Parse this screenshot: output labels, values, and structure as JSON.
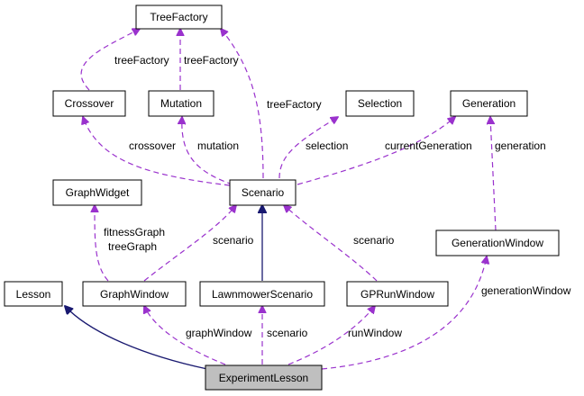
{
  "nodes": {
    "tree_factory": "TreeFactory",
    "crossover": "Crossover",
    "mutation": "Mutation",
    "selection": "Selection",
    "generation": "Generation",
    "graph_widget": "GraphWidget",
    "scenario": "Scenario",
    "generation_window": "GenerationWindow",
    "lesson": "Lesson",
    "graph_window": "GraphWindow",
    "lawnmower_scenario": "LawnmowerScenario",
    "gp_run_window": "GPRunWindow",
    "experiment_lesson": "ExperimentLesson"
  },
  "edge_labels": {
    "crossover_tree_factory": "treeFactory",
    "mutation_tree_factory": "treeFactory",
    "scenario_tree_factory": "treeFactory",
    "scenario_crossover": "crossover",
    "scenario_mutation": "mutation",
    "scenario_selection": "selection",
    "scenario_generation": "currentGeneration",
    "generation_window_generation": "generation",
    "graph_window_graph_widget_1": "fitnessGraph",
    "graph_window_graph_widget_2": "treeGraph",
    "graph_window_scenario": "scenario",
    "gp_run_window_scenario": "scenario",
    "experiment_graph_window": "graphWindow",
    "experiment_lawnmower": "scenario",
    "experiment_gp_run_window": "runWindow",
    "experiment_generation_window": "generationWindow"
  },
  "colors": {
    "usage_edge": "#9a32cd",
    "inheritance_edge": "#191970",
    "highlighted_node_fill": "#bfbfbf"
  }
}
